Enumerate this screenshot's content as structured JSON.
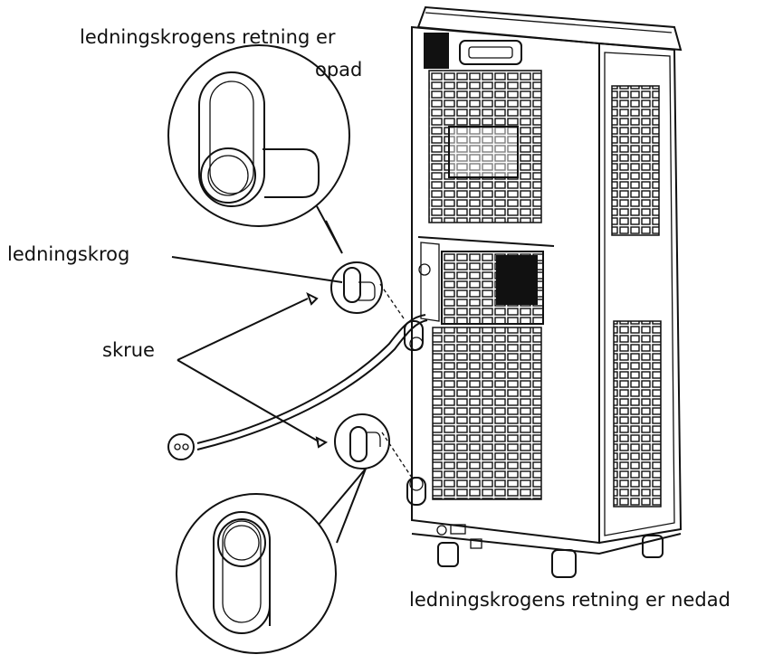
{
  "labels": {
    "hook_up_line1": "ledningskrogens retning er",
    "hook_up_line2": "opad",
    "cord_hook": "ledningskrog",
    "screw": "skrue",
    "hook_down": "ledningskrogens retning er nedad"
  },
  "colors": {
    "ink": "#111111",
    "background": "#ffffff"
  },
  "icons": [
    "air-conditioner-unit",
    "cord-hook-upward",
    "cord-hook-downward",
    "screw",
    "power-plug"
  ]
}
